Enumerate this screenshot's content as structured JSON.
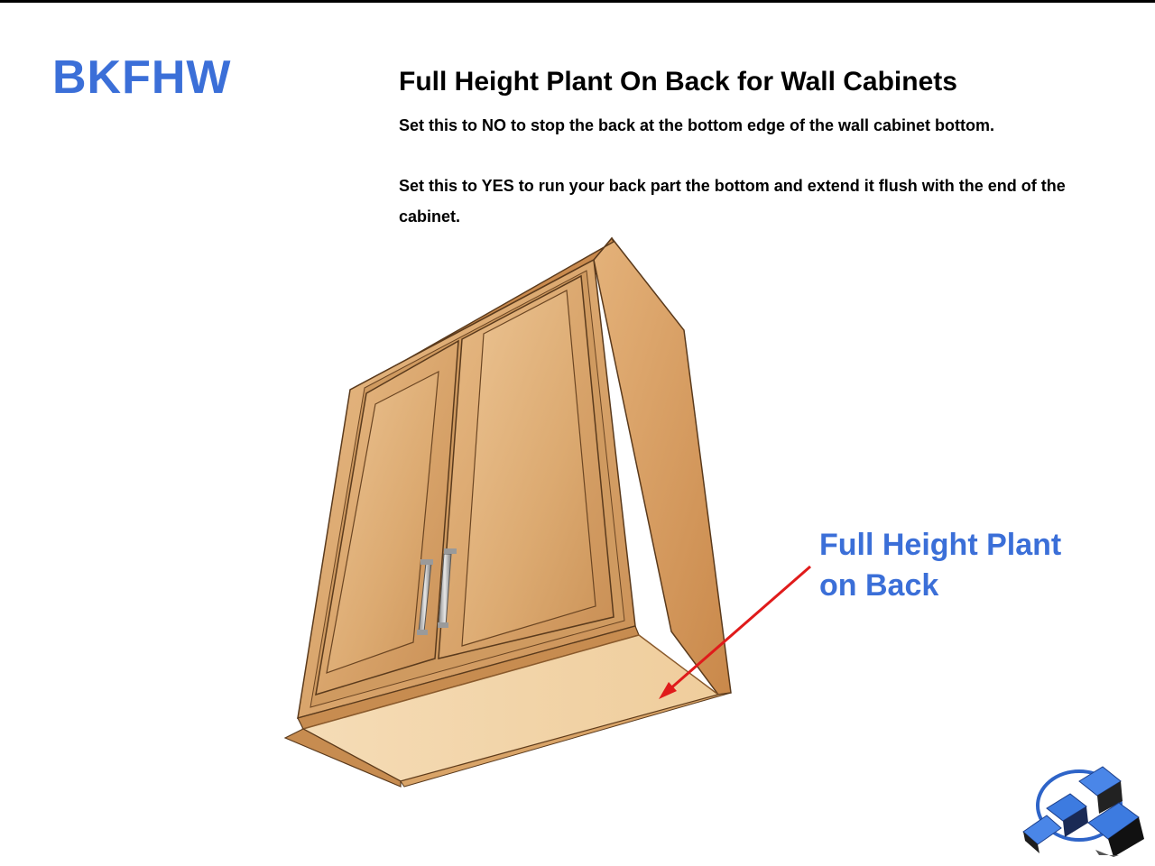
{
  "code": "BKFHW",
  "title": "Full Height Plant On Back for Wall Cabinets",
  "paragraphs": [
    "Set this to NO to stop the back at the bottom edge of the wall cabinet bottom.",
    "Set this to YES to run your back part the bottom and extend it flush with the end of the cabinet."
  ],
  "callout": {
    "line1": "Full Height Plant",
    "line2": "on Back"
  },
  "colors": {
    "accent_blue": "#3b6fd8",
    "arrow_red": "#e01b1b",
    "wood_light": "#e2b37c",
    "wood_dark": "#b9773d",
    "plant_back": "#f3d6ae"
  },
  "icons": {
    "logo": "blue-cubes-logo-icon",
    "arrow": "red-arrow-icon"
  }
}
